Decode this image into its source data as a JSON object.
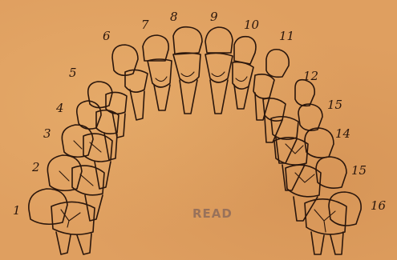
{
  "diagram": {
    "tooth_numbers": [
      "1",
      "2",
      "3",
      "4",
      "5",
      "6",
      "7",
      "8",
      "9",
      "10",
      "11",
      "12",
      "15",
      "14",
      "15",
      "16"
    ],
    "stamp_text": "READ"
  },
  "colors": {
    "paper": "#df9f60",
    "ink": "#2a160c",
    "stamp": "#8e6b5a"
  }
}
